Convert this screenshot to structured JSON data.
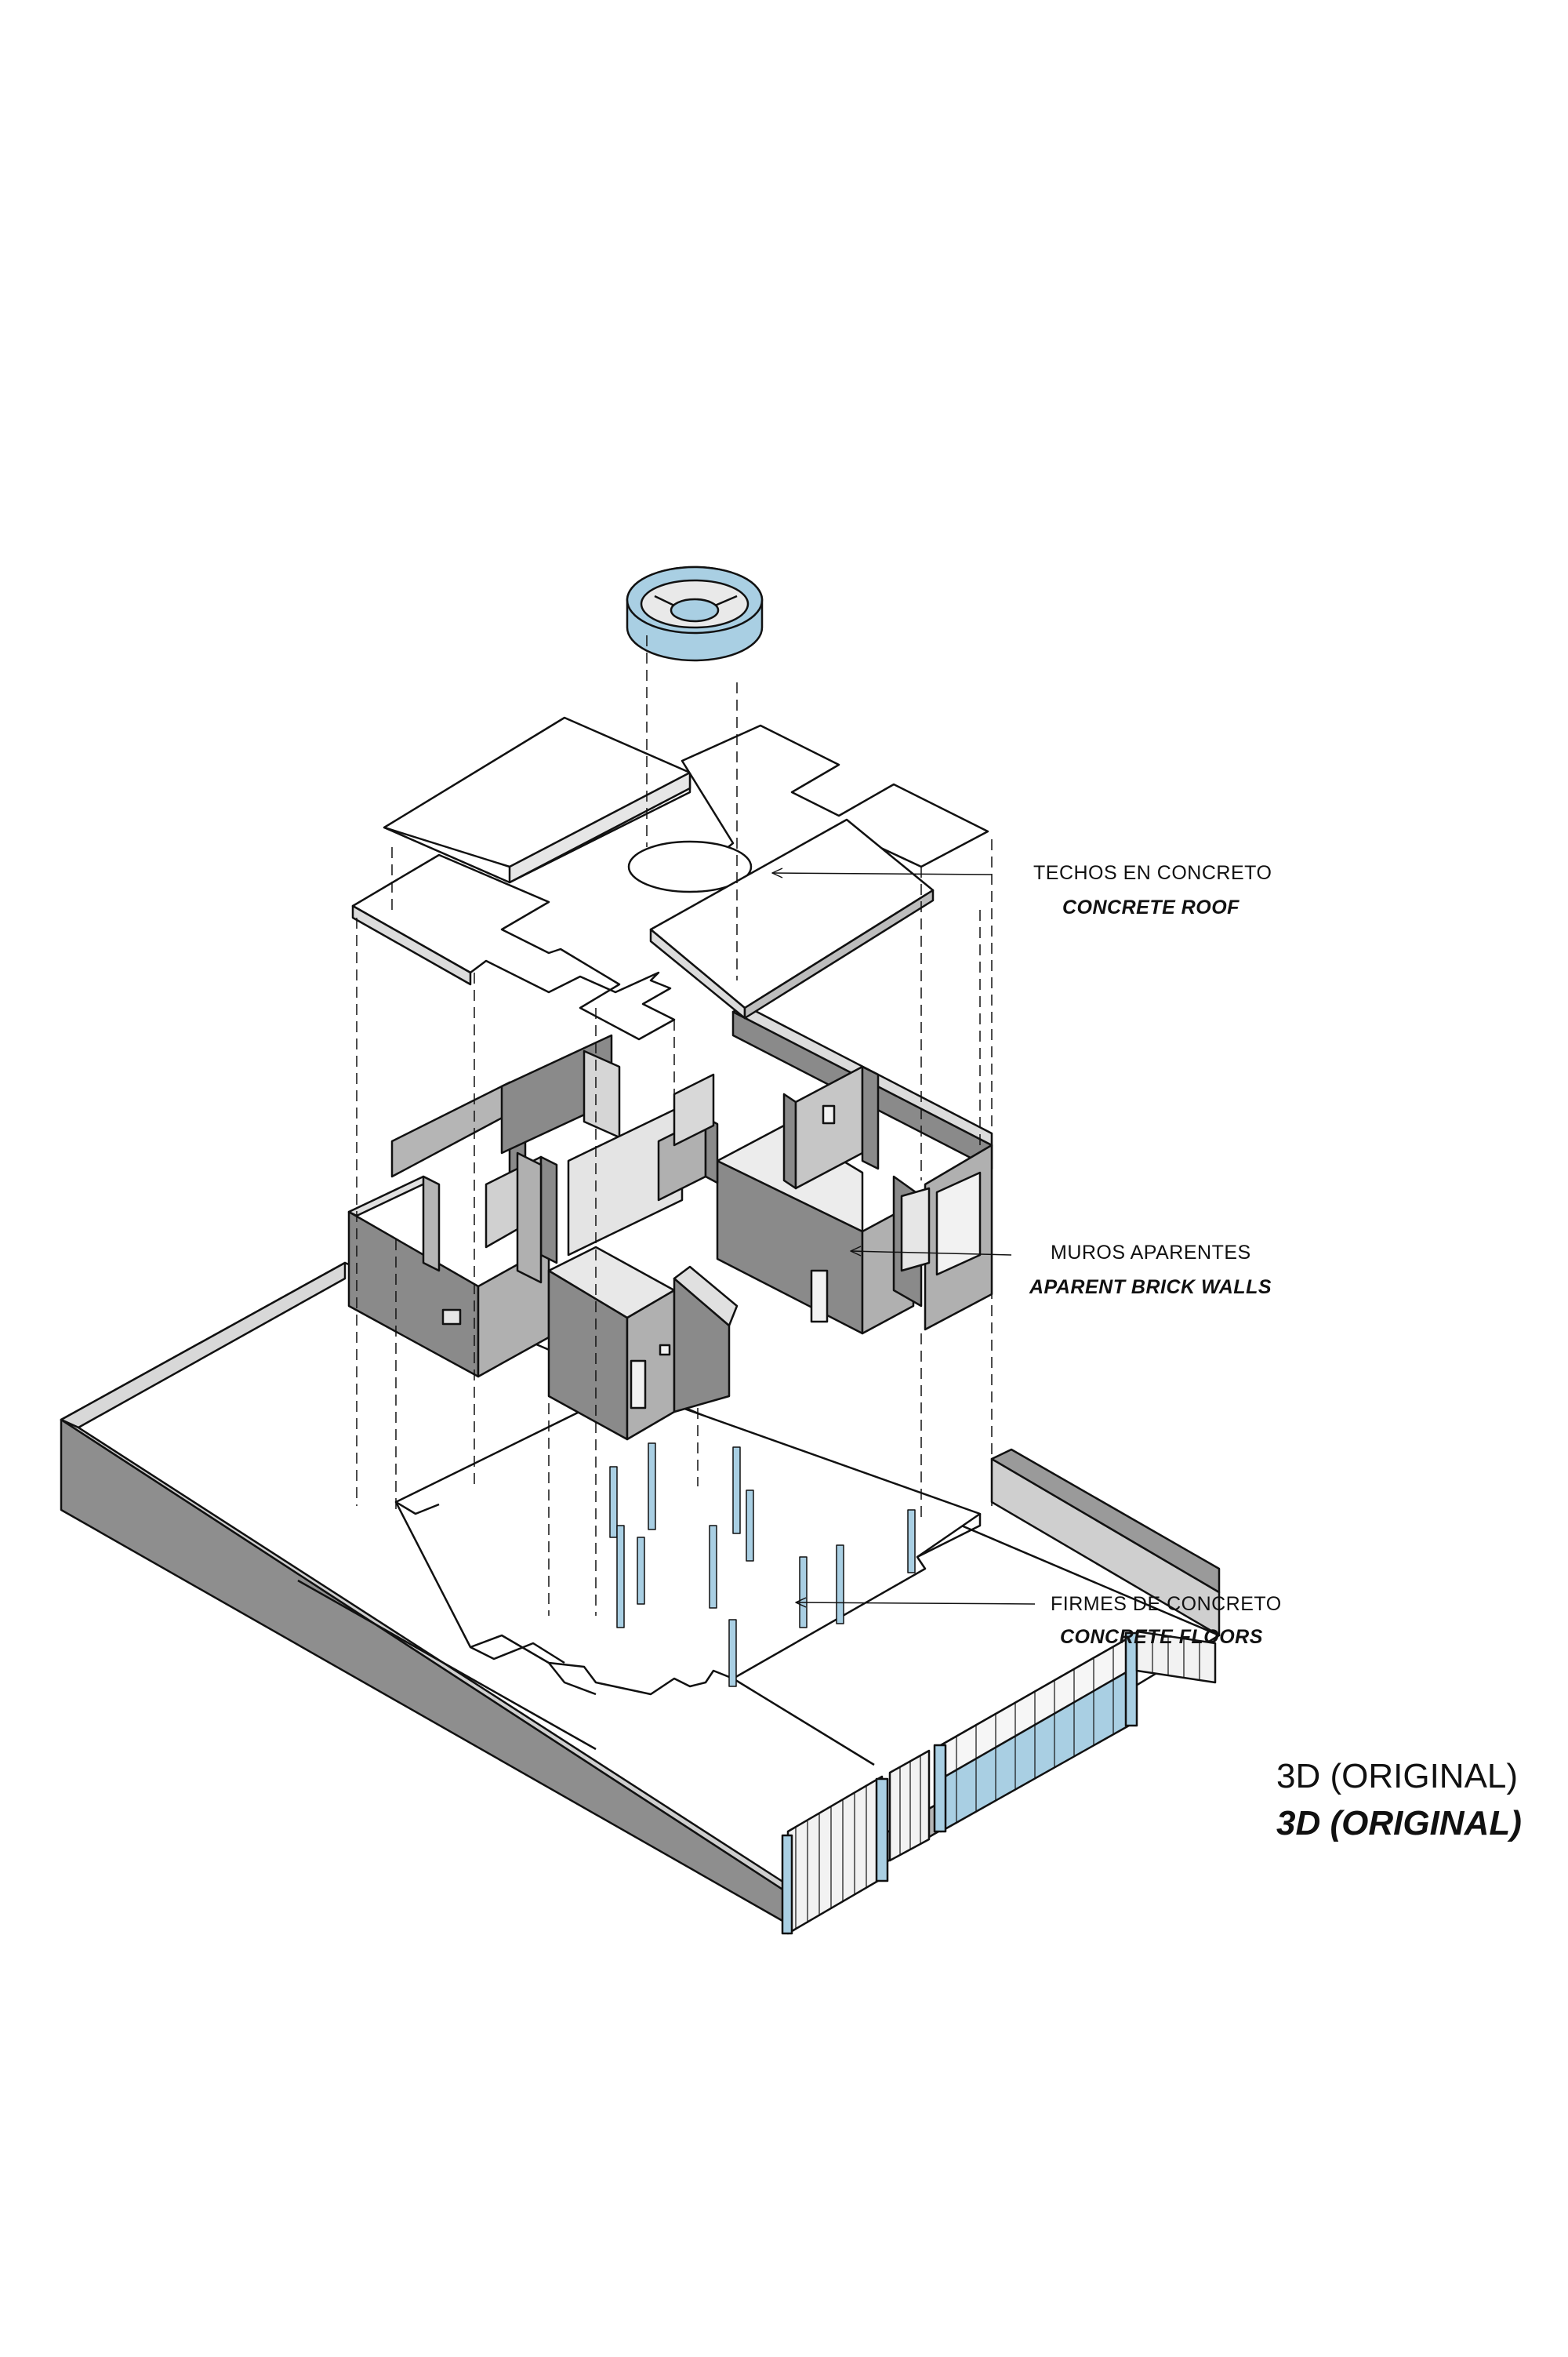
{
  "labels": {
    "roof": {
      "es": "TECHOS EN CONCRETO",
      "en": "CONCRETE ROOF"
    },
    "walls": {
      "es": "MUROS APARENTES",
      "en": "APARENT BRICK WALLS"
    },
    "floors": {
      "es": "FIRMES DE CONCRETO",
      "en": "CONCRETE FLOORS"
    }
  },
  "title": {
    "es": "3D (ORIGINAL)",
    "en": "3D (ORIGINAL)"
  },
  "colors": {
    "line": "#111111",
    "wall_dark": "#8a8a8a",
    "wall_mid": "#b7b7b7",
    "wall_light": "#e3e3e3",
    "accent_blue": "#a9cfe3"
  }
}
